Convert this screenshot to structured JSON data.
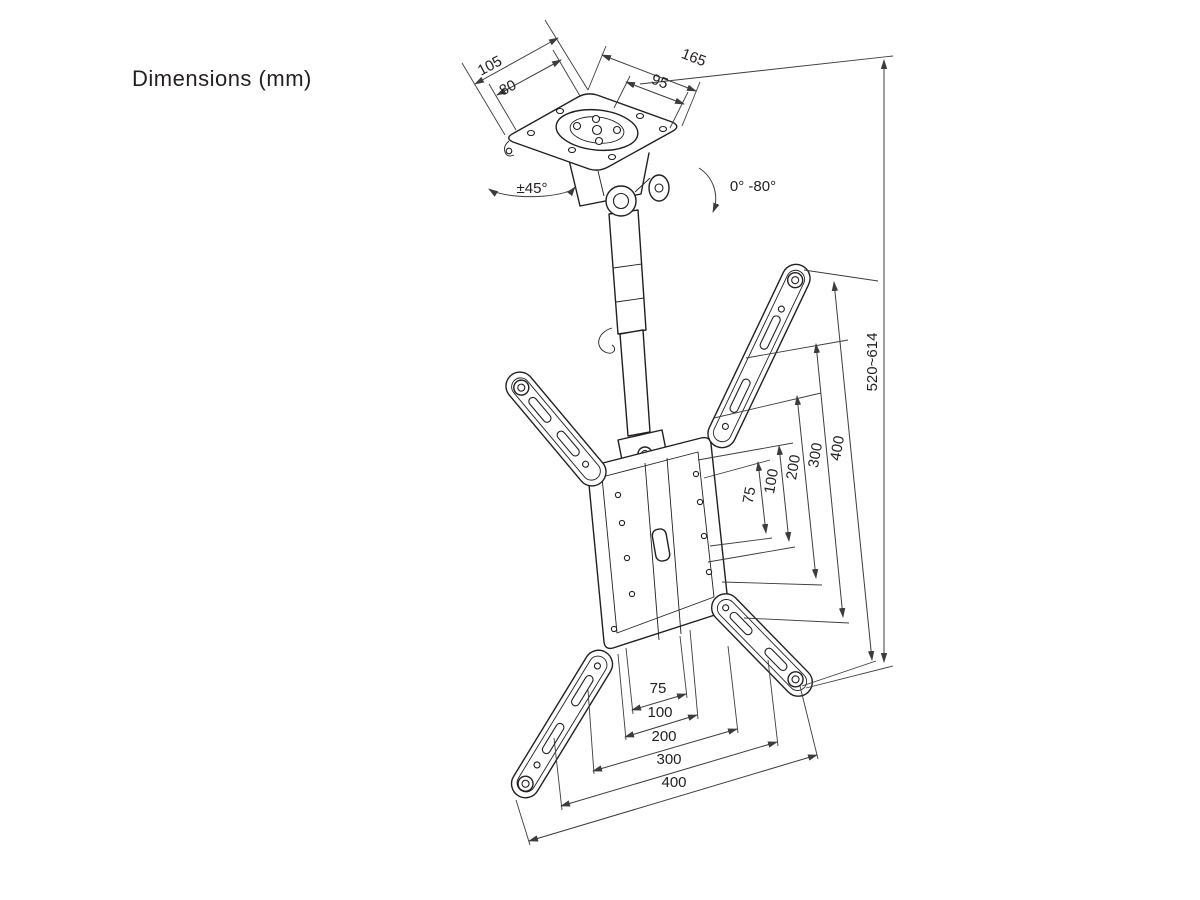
{
  "title": "Dimensions (mm)",
  "labels": {
    "plate_width": "105",
    "plate_slot_width": "80",
    "plate_depth": "165",
    "plate_slot_depth": "95",
    "swivel_angle": "±45°",
    "tilt_angle": "0° -80°",
    "height_range": "520~614"
  },
  "vesa": {
    "vertical": [
      "75",
      "100",
      "200",
      "300",
      "400"
    ],
    "horizontal": [
      "75",
      "100",
      "200",
      "300",
      "400"
    ]
  },
  "colors": {
    "line": "#231f20",
    "dim_line": "#3c3c3c",
    "background": "#ffffff"
  }
}
